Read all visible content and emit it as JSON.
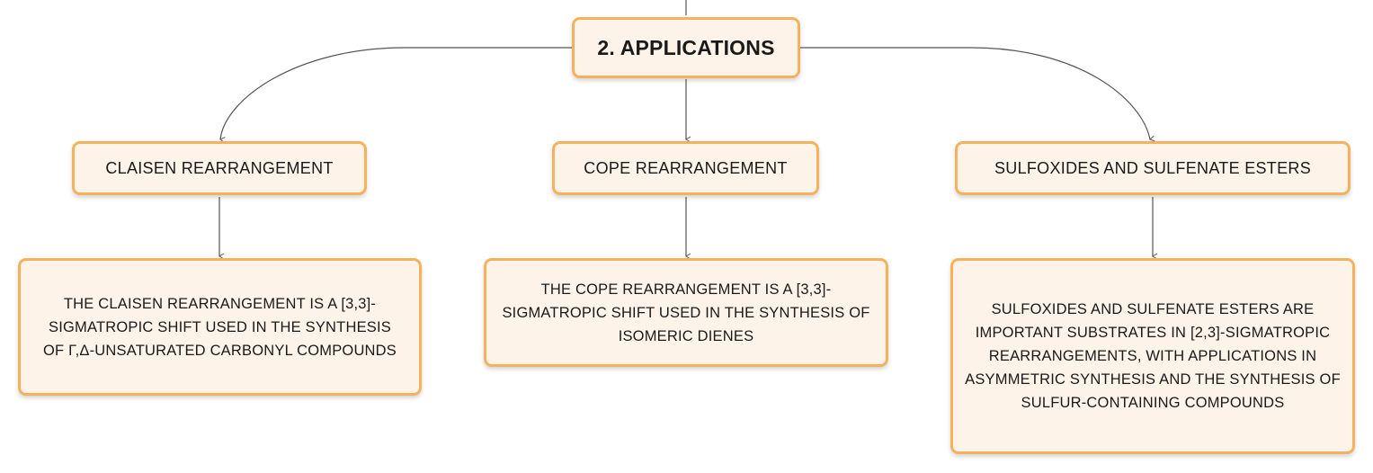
{
  "root": {
    "label": "2. APPLICATIONS"
  },
  "branches": [
    {
      "label": "CLAISEN REARRANGEMENT",
      "detail": "THE CLAISEN REARRANGEMENT IS A [3,3]-SIGMATROPIC SHIFT USED IN THE SYNTHESIS OF Γ,Δ-UNSATURATED CARBONYL COMPOUNDS"
    },
    {
      "label": "COPE REARRANGEMENT",
      "detail": "THE COPE REARRANGEMENT IS A [3,3]-SIGMATROPIC SHIFT USED IN THE SYNTHESIS OF ISOMERIC DIENES"
    },
    {
      "label": "SULFOXIDES AND SULFENATE ESTERS",
      "detail": "SULFOXIDES AND SULFENATE ESTERS ARE IMPORTANT SUBSTRATES IN [2,3]-SIGMATROPIC REARRANGEMENTS, WITH APPLICATIONS IN ASYMMETRIC SYNTHESIS AND THE SYNTHESIS OF SULFUR-CONTAINING COMPOUNDS"
    }
  ],
  "colors": {
    "node_fill": "#fdf3e9",
    "node_border": "#f5b15c",
    "connector": "#555555",
    "text": "#1a1a1a"
  }
}
